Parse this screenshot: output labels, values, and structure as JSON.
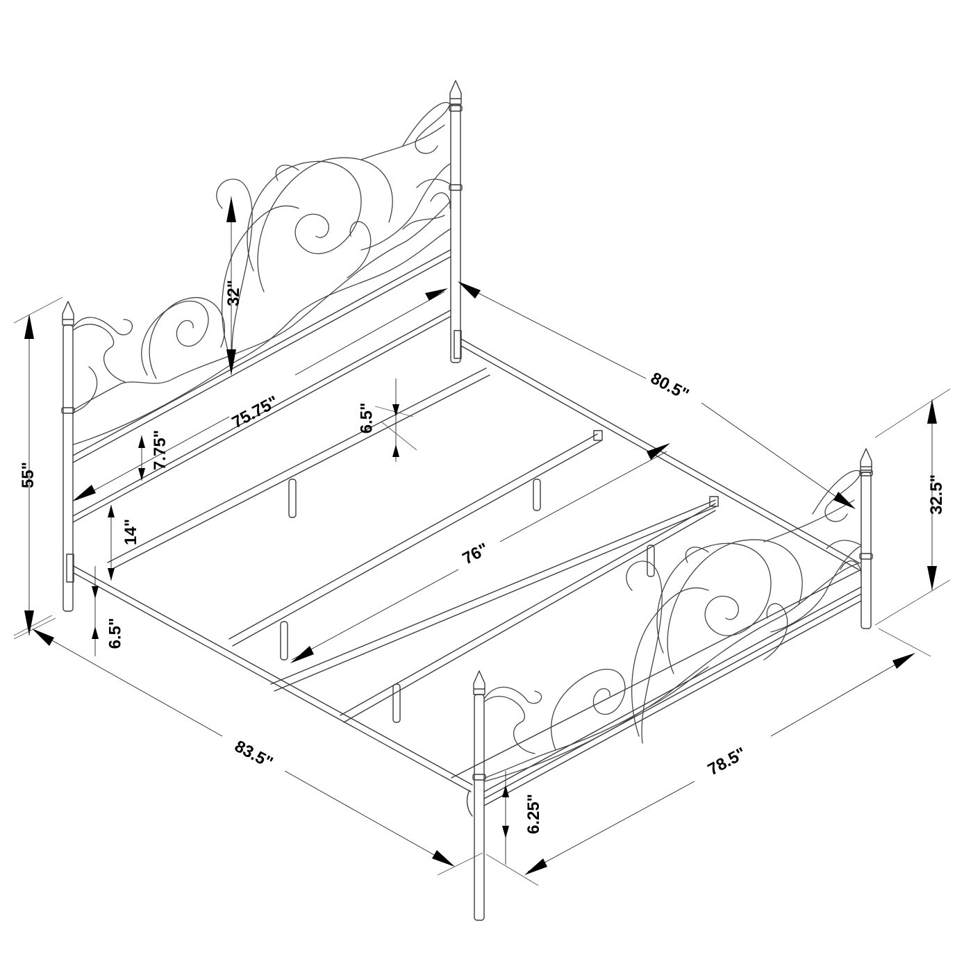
{
  "drawing": {
    "subject": "Metal scroll bed frame dimension drawing",
    "line_color": "#3a3a3a",
    "arrow_color": "#000000",
    "background": "#ffffff"
  },
  "dimensions": {
    "headboard_height": "55\"",
    "headboard_scroll_height": "32\"",
    "headboard_width": "75.75\"",
    "headboard_rail_gap": "7.75\"",
    "headboard_clearance": "14\"",
    "headboard_leg_height": "6.5\"",
    "rail_height": "6.5\"",
    "overall_length": "80.5\"",
    "footboard_height": "32.5\"",
    "inner_length": "76\"",
    "overall_width": "83.5\"",
    "footboard_width": "78.5\"",
    "footboard_leg_height": "6.25\""
  }
}
